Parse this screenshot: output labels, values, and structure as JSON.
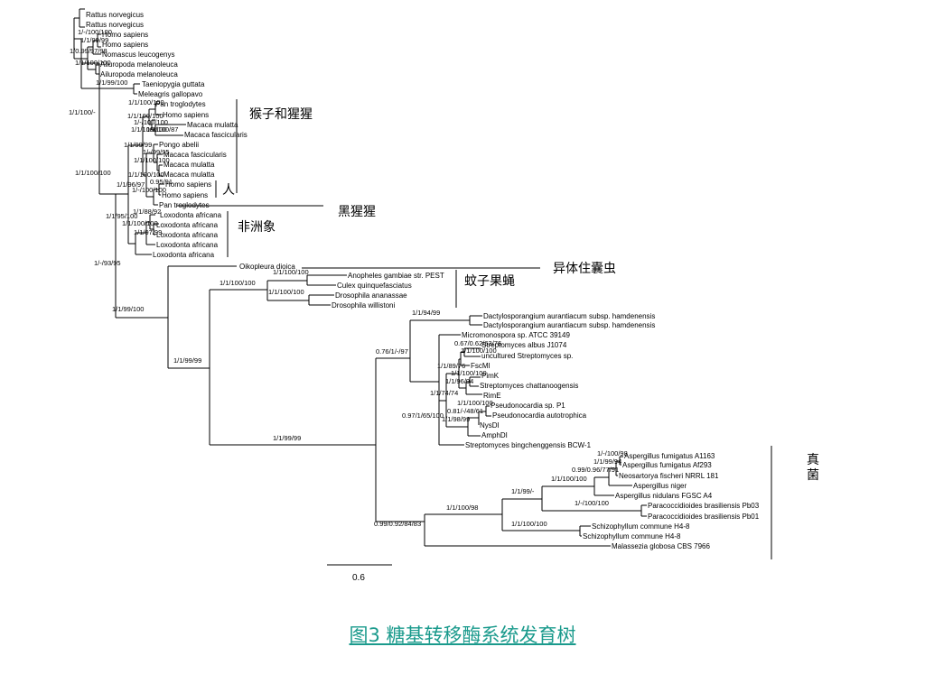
{
  "taxa": [
    "Rattus norvegicus",
    "Rattus norvegicus",
    "Homo sapiens",
    "Homo sapiens",
    "Nomascus leucogenys",
    "Ailuropoda melanoleuca",
    "Ailuropoda melanoleuca",
    "Taeniopygia guttata",
    "Meleagris gallopavo",
    "Pan troglodytes",
    "Homo sapiens",
    "Macaca mulatta",
    "Macaca fascicularis",
    "Pongo abelii",
    "Macaca fascicularis",
    "Macaca mulatta",
    "Macaca mulatta",
    "Homo sapiens",
    "Homo sapiens",
    "Pan troglodytes",
    "Loxodonta africana",
    "Loxodonta africana",
    "Loxodonta africana",
    "Loxodonta africana",
    "Loxodonta africana",
    "Oikopleura dioica",
    "Anopheles gambiae str. PEST",
    "Culex quinquefasciatus",
    "Drosophila ananassae",
    "Drosophila willistoni",
    "Dactylosporangium aurantiacum subsp. hamdenensis",
    "Dactylosporangium aurantiacum subsp. hamdenensis",
    "Micromonospora sp. ATCC 39149",
    "Streptomyces albus J1074",
    "uncultured Streptomyces sp.",
    "FscMI",
    "PimK",
    "Streptomyces chattanoogensis",
    "RimE",
    "Pseudonocardia sp. P1",
    "Pseudonocardia autotrophica",
    "NysDI",
    "AmphDI",
    "Streptomyces bingchenggensis BCW-1",
    "Aspergillus fumigatus A1163",
    "Aspergillus fumigatus Af293",
    "Neosartorya fischeri NRRL 181",
    "Aspergillus niger",
    "Aspergillus nidulans FGSC A4",
    "Paracoccidioides brasiliensis Pb03",
    "Paracoccidioides brasiliensis Pb01",
    "Schizophyllum commune H4-8",
    "Schizophyllum commune H4-8",
    "Malassezia globosa CBS 7966"
  ],
  "supports": [
    "1/-/100/100",
    "1/1/99/99",
    "1/0.99/97/98",
    "1/1/100/100",
    "1/1/99/100",
    "1/1/100/-",
    "1/1/100/100",
    "1/-/93/95",
    "1/1/100/100",
    "1/1/100/100",
    "1/-/100/100",
    "1/1/100/100",
    "1/1/100/87",
    "1/1/99/99",
    "1/-/99/95",
    "1/1/100/100",
    "1/1/100/100",
    "1/1/96/97",
    "0.95/91",
    "1/-/100/100",
    "1/1/95/100",
    "1/1/88/92",
    "1/1/100/100",
    "1/1/97/99",
    "1/1/99/100",
    "1/1/100/100",
    "1/1/100/100",
    "1/1/99/99",
    "1/1/100/100",
    "1/1/94/99",
    "0.76/1/-/97",
    "0.67/0.62/63/76",
    "1/1/100/100",
    "1/1/89/76",
    "1/1/100/100",
    "1/1/96/94",
    "1/1/74/74",
    "1/1/100/100",
    "0.97/1/65/100",
    "0.81/-/48/61",
    "1/1/98/99",
    "1/-/100/98",
    "1/1/99/94",
    "0.99/0.96/77/91",
    "1/1/100/100",
    "1/1/99/-",
    "1/-/100/100",
    "1/1/100/98",
    "1/1/100/100",
    "0.99/0.92/84/83"
  ],
  "groups": {
    "primates": "猴子和猩猩",
    "human": "人",
    "chimp": "黑猩猩",
    "elephant": "非洲象",
    "tunicate": "异体住囊虫",
    "insects": "蚊子果蝇",
    "fungi": "真菌"
  },
  "scale": {
    "label": "0.6"
  },
  "caption": "图3 糖基转移酶系统发育树"
}
